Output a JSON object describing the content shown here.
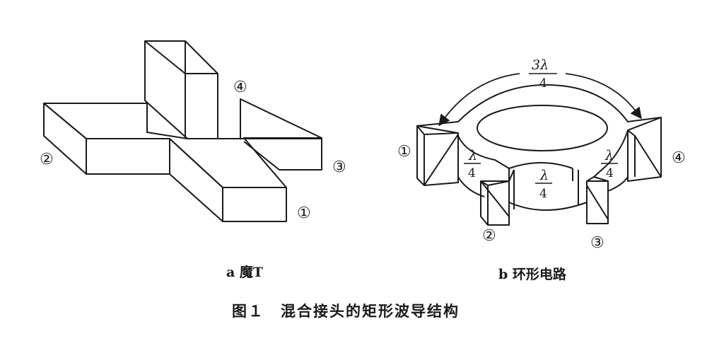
{
  "figure": {
    "caption": "图１　混合接头的矩形波导结构",
    "subfigures": [
      {
        "id": "a",
        "caption": "a  魔T",
        "ports": [
          "④",
          "②",
          "③",
          "①"
        ]
      },
      {
        "id": "b",
        "caption": "b  环形电路",
        "ports": [
          "①",
          "④",
          "②",
          "③"
        ],
        "arc_label": {
          "num": "3λ",
          "den": "4"
        },
        "segment_labels": [
          {
            "num": "λ",
            "den": "4"
          },
          {
            "num": "λ",
            "den": "4"
          },
          {
            "num": "λ",
            "den": "4"
          }
        ]
      }
    ]
  }
}
